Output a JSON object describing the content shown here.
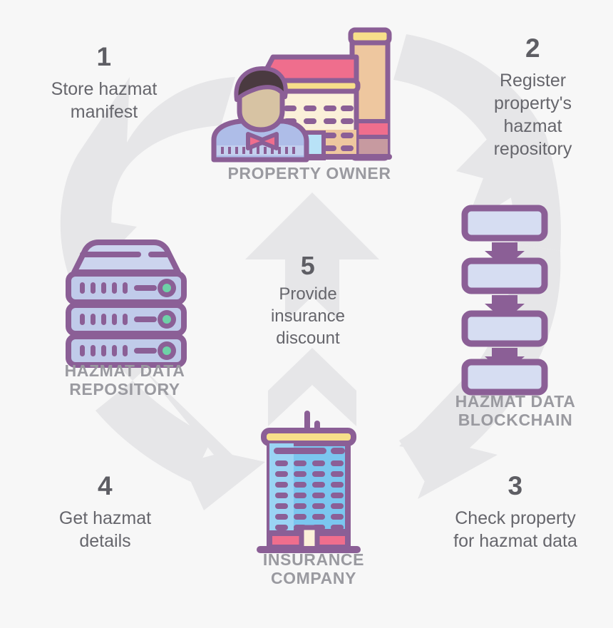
{
  "diagram": {
    "title": "Hazmat data blockchain insurance workflow cycle",
    "background_color": "#f7f7f7",
    "arrow_color": "#e6e6e8",
    "step_text_color": "#66666c",
    "caption_color": "#9a9aa0",
    "accent_purple": "#8b5f96",
    "accent_pink": "#ef6e8d",
    "accent_yellow": "#f7df8a",
    "accent_blue": "#7bc6ef",
    "accent_cream": "#fbf0d9",
    "accent_lavender": "#ccd4ee",
    "accent_green": "#6ed1a7"
  },
  "steps": [
    {
      "number": "1",
      "text": "Store hazmat\nmanifest"
    },
    {
      "number": "2",
      "text": "Register\nproperty's\nhazmat\nrepository"
    },
    {
      "number": "3",
      "text": "Check property\nfor hazmat data"
    },
    {
      "number": "4",
      "text": "Get hazmat\ndetails"
    },
    {
      "number": "5",
      "text": "Provide\ninsurance\ndiscount"
    }
  ],
  "nodes": [
    {
      "id": "property-owner",
      "caption": "PROPERTY OWNER",
      "icon": "factory-with-person-icon"
    },
    {
      "id": "hazmat-repository",
      "caption": "HAZMAT DATA\nREPOSITORY",
      "icon": "server-stack-icon"
    },
    {
      "id": "hazmat-blockchain",
      "caption": "HAZMAT DATA\nBLOCKCHAIN",
      "icon": "blockchain-blocks-icon"
    },
    {
      "id": "insurance-company",
      "caption": "INSURANCE\nCOMPANY",
      "icon": "office-tower-icon"
    }
  ],
  "flow_arrows": [
    {
      "from": "property-owner",
      "to": "hazmat-repository",
      "step": "1"
    },
    {
      "from": "property-owner",
      "to": "hazmat-blockchain",
      "step": "2"
    },
    {
      "from": "hazmat-blockchain",
      "to": "insurance-company",
      "step": "3"
    },
    {
      "from": "hazmat-repository",
      "to": "insurance-company",
      "step": "4"
    },
    {
      "from": "insurance-company",
      "to": "property-owner",
      "step": "5"
    }
  ],
  "icon_details": {
    "server_units": 3,
    "server_leds": 3,
    "blockchain_blocks": 4,
    "blockchain_arrows": 3,
    "tower_window_rows": 8,
    "tower_window_cols": 4
  }
}
